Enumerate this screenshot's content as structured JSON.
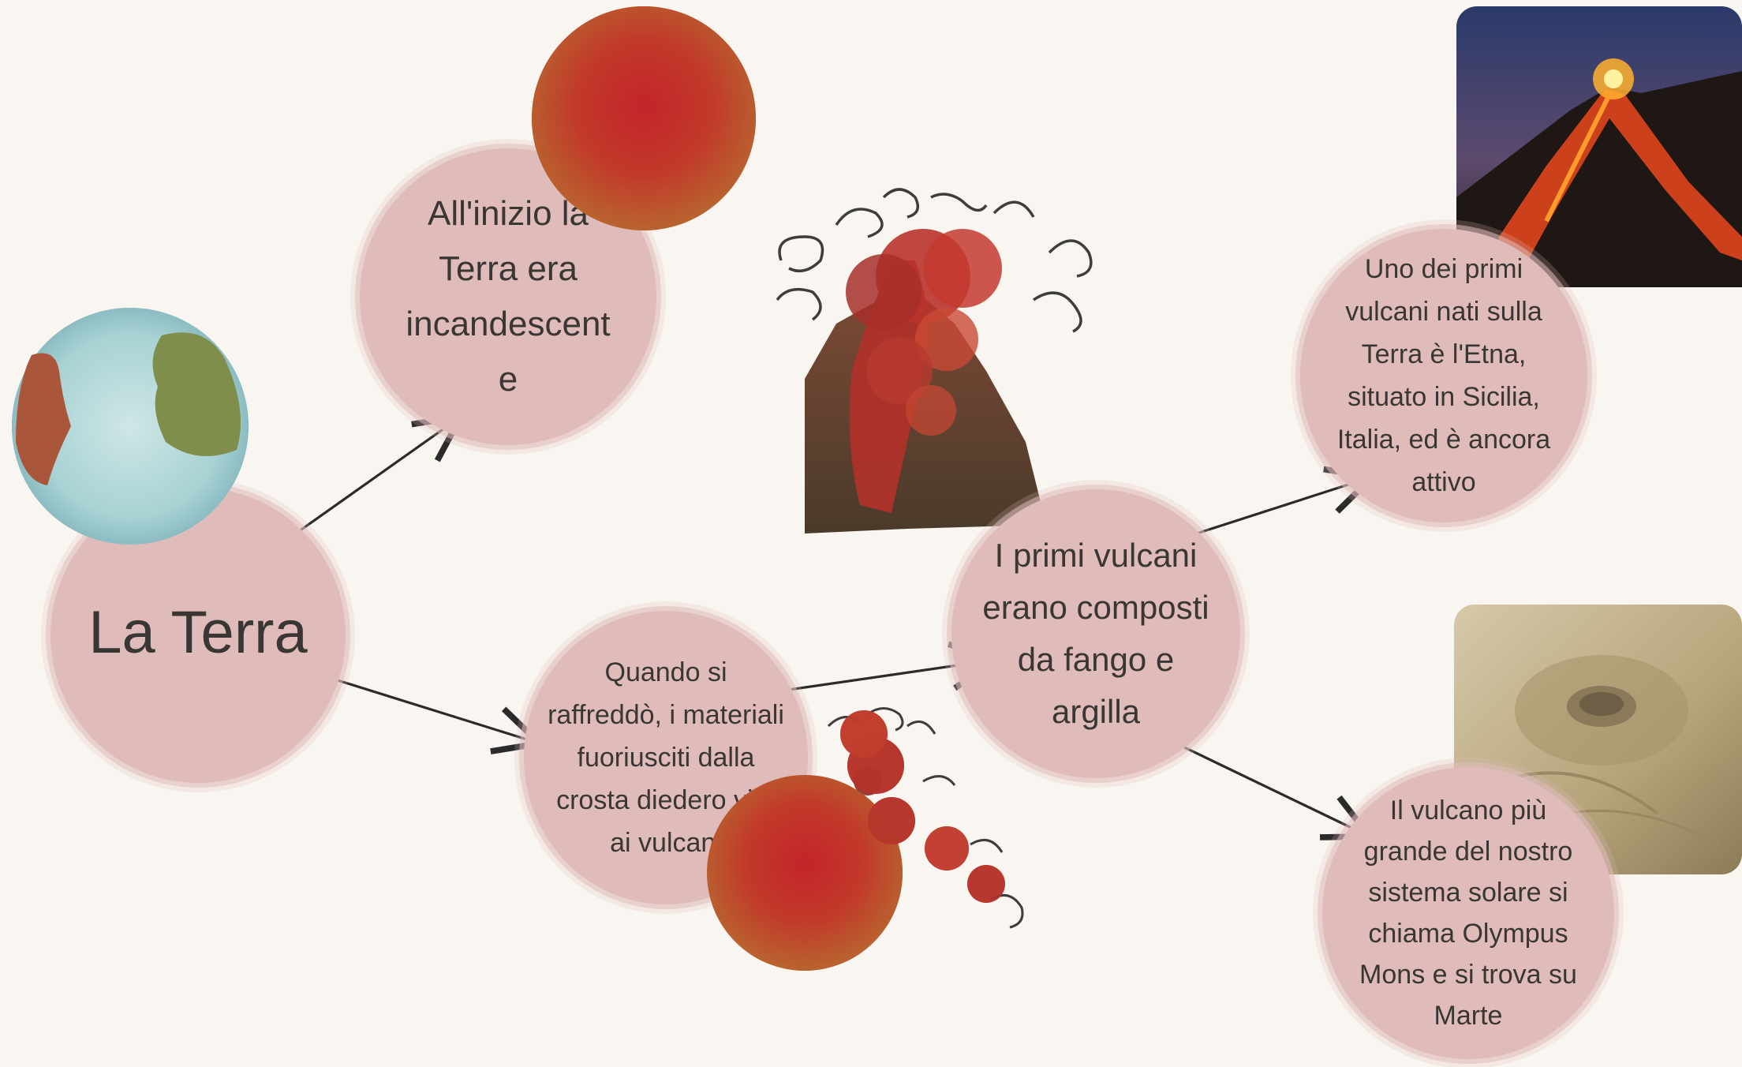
{
  "colors": {
    "background": "#f9f5f0",
    "bubble": "#dfbcb9",
    "text": "#3a3634",
    "arrow": "#2b2b2b",
    "lava": "#c93a2a"
  },
  "nodes": {
    "terra": "La Terra",
    "inizio": "All'inizio la\nTerra era\nincandescent\ne",
    "raffreddo": "Quando si\nraffreddò, i materiali\nfuoriusciti dalla\ncrosta diedero vita\nai vulcani",
    "primi": "I primi vulcani\nerano composti\nda fango e\nargilla",
    "etna": "Uno dei primi\nvulcani nati sulla\nTerra è l'Etna,\nsituato in Sicilia,\nItalia, ed è ancora\nattivo",
    "olympus": "Il vulcano più\ngrande del nostro\nsistema solare si\nchiama Olympus\nMons e si trova su\nMarte"
  },
  "illustrations": {
    "earth": "earth-globe-icon",
    "molten_planet": "molten-planet-icon",
    "volcano": "erupting-volcano-icon",
    "erupting_planet": "erupting-planet-icon",
    "etna_photo": "etna-photo",
    "olympus_photo": "olympus-mons-photo"
  }
}
